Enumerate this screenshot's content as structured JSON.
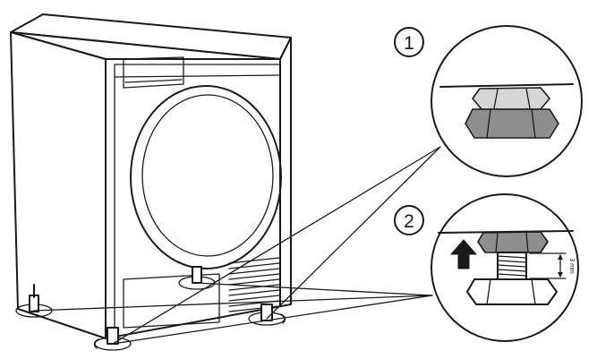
{
  "callouts": [
    {
      "number": "1"
    },
    {
      "number": "2"
    }
  ],
  "dimension": {
    "label": "3 mm"
  }
}
